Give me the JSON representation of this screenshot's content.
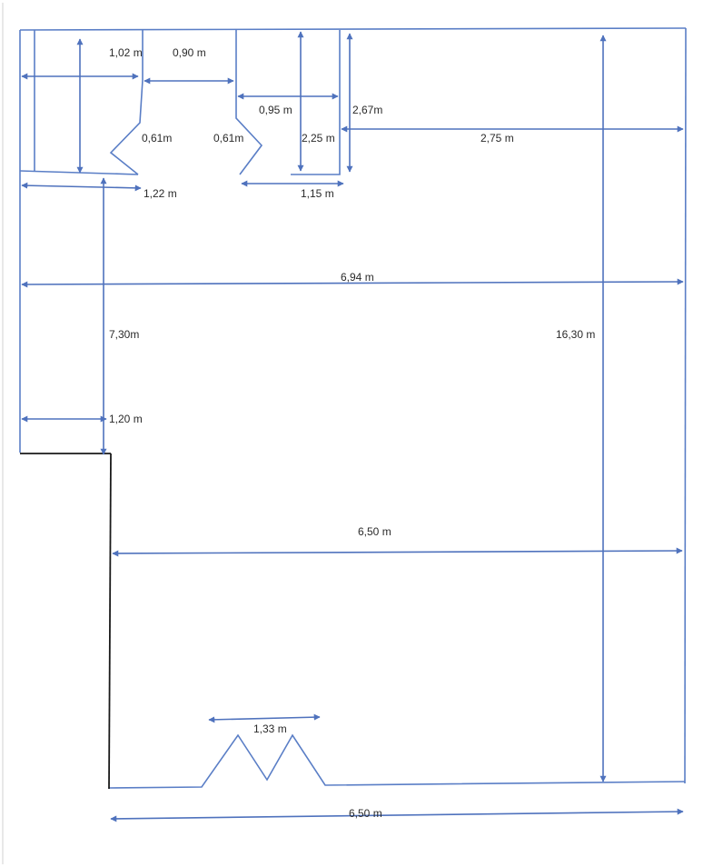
{
  "plan": {
    "colors": {
      "wall": "#5a7ec6",
      "dimension": "#4f72bd",
      "outline": "#1a1a1a",
      "label": "#2a2a2a"
    },
    "labels": {
      "top_left_width": "1,02 m",
      "gap_width": "0,90 m",
      "door_left_depth": "0,61m",
      "door_right_depth": "0,61m",
      "bath_inner_width": "0,95 m",
      "bath_height": "2,25 m",
      "right_block_height": "2,67m",
      "right_room_width": "2,75 m",
      "lower_left_width": "1,22 m",
      "bath_bottom_width": "1,15 m",
      "total_width": "6,94 m",
      "left_height": "7,30m",
      "total_height": "16,30 m",
      "step_width": "1,20 m",
      "lower_width": "6,50 m",
      "window_width": "1,33 m",
      "bottom_width": "6,50 m"
    }
  }
}
